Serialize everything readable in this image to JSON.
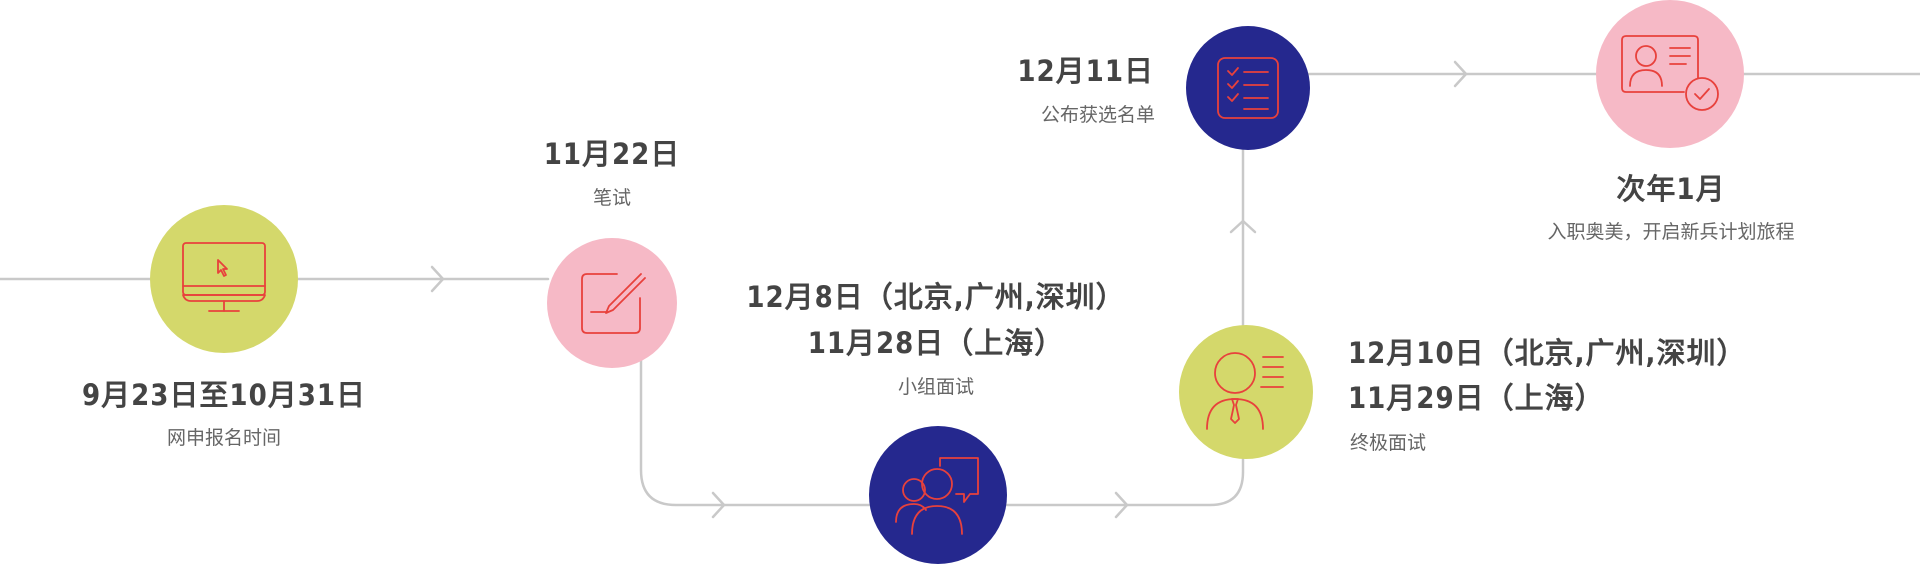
{
  "colors": {
    "line": "#c9c9c9",
    "lime": "#d4d86b",
    "pink": "#f6b9c6",
    "navy": "#25288e",
    "icon": "#e8413c",
    "text_dark": "#444444",
    "text_muted": "#666666"
  },
  "stages": [
    {
      "date": "9月23日至10月31日",
      "label": "网申报名时间",
      "icon": "computer-monitor-cursor-icon"
    },
    {
      "date": "11月22日",
      "label": "笔试",
      "icon": "edit-pen-icon"
    },
    {
      "date_lines": [
        "12月8日（北京,广州,深圳）",
        "11月28日（上海）"
      ],
      "label": "小组面试",
      "icon": "group-chat-icon"
    },
    {
      "date_lines": [
        "12月10日（北京,广州,深圳）",
        "11月29日（上海）"
      ],
      "label": "终极面试",
      "icon": "interviewer-tie-icon"
    },
    {
      "date": "12月11日",
      "label": "公布获选名单",
      "icon": "checklist-icon"
    },
    {
      "date": "次年1月",
      "label": "入职奥美，开启新兵计划旅程",
      "icon": "id-card-check-icon"
    }
  ]
}
